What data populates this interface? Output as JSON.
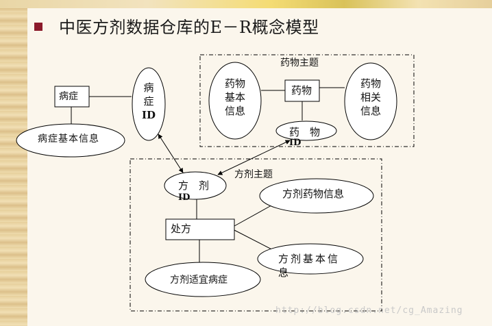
{
  "title": "中医方剂数据仓库的E－R概念模型",
  "groups": {
    "drug_topic": "药物主题",
    "formula_topic": "方剂主题"
  },
  "entities": {
    "disease": "病症",
    "disease_id_line1": "病",
    "disease_id_line2": "症",
    "disease_id_line3": "ID",
    "disease_basic_info": "病症基本信息",
    "drug": "药物",
    "drug_basic_info_line1": "药物",
    "drug_basic_info_line2": "基本",
    "drug_basic_info_line3": "信息",
    "drug_related_info_line1": "药物",
    "drug_related_info_line2": "相关",
    "drug_related_info_line3": "信息",
    "drug_id_line1": "药　物",
    "drug_id_line2": "ID",
    "formula_id_line1": "方　剂",
    "formula_id_line2": "ID",
    "prescription": "处方",
    "formula_drug_info": "方剂药物信息",
    "formula_basic_info_line1": "方剂基本信",
    "formula_basic_info_line2": "息",
    "formula_indication": "方剂适宜病症"
  },
  "watermark": "http://blog.csdn.net/cg_Amazing"
}
